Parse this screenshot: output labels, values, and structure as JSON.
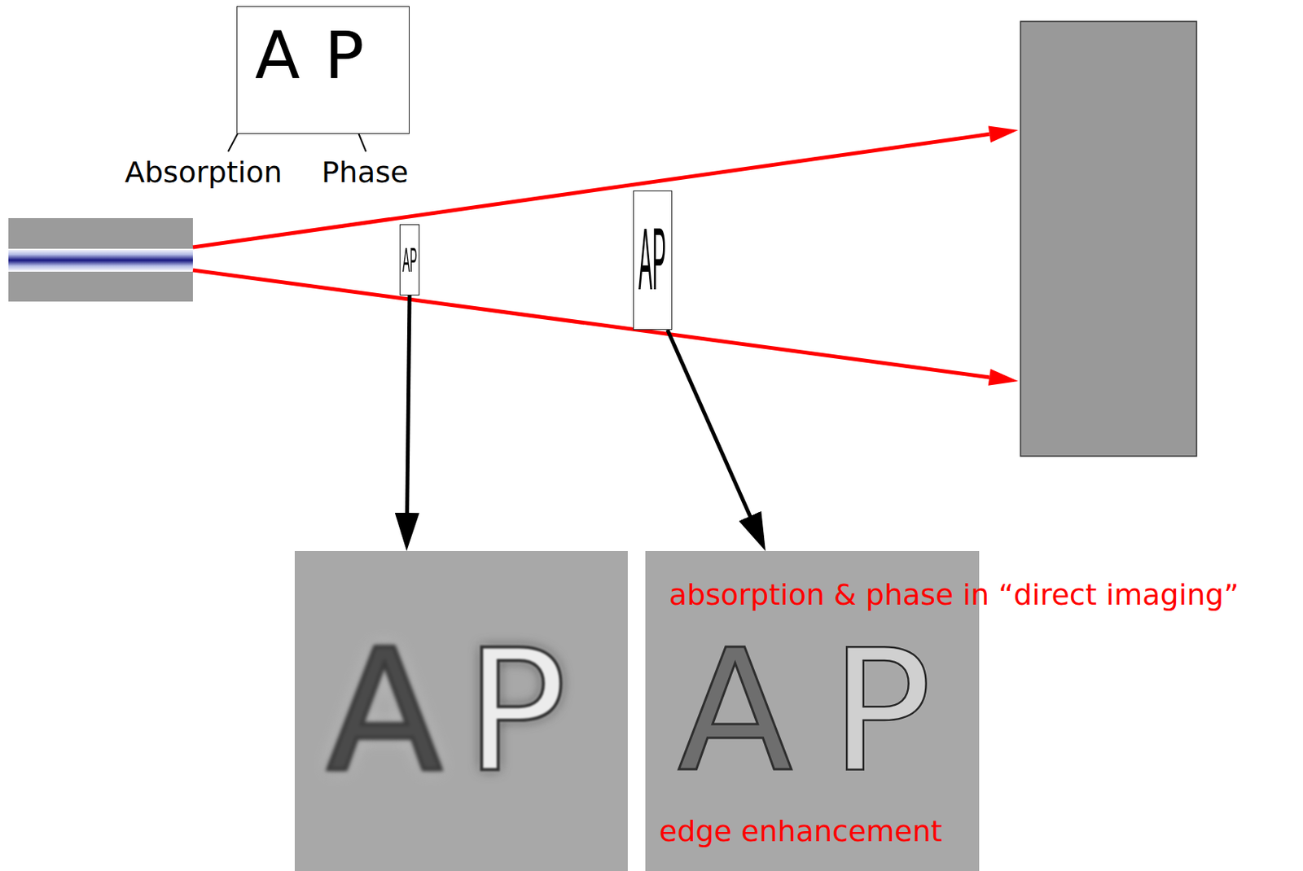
{
  "diagram": {
    "nodes": [
      {
        "text": [
          "A",
          "P"
        ]
      },
      {
        "text": [
          "AP"
        ]
      },
      {
        "text": [
          "AP"
        ]
      },
      {
        "text": [
          "A",
          "P"
        ]
      },
      {
        "text": [
          "A",
          "P"
        ]
      }
    ],
    "edges": [
      {
        "from": 1,
        "to": 3,
        "arrow": "to"
      },
      {
        "from": 2,
        "to": 4,
        "arrow": "to"
      }
    ],
    "labels": [
      "Absorption",
      "Phase",
      "absorption & phase in “direct imaging”",
      "edge enhancement"
    ]
  }
}
